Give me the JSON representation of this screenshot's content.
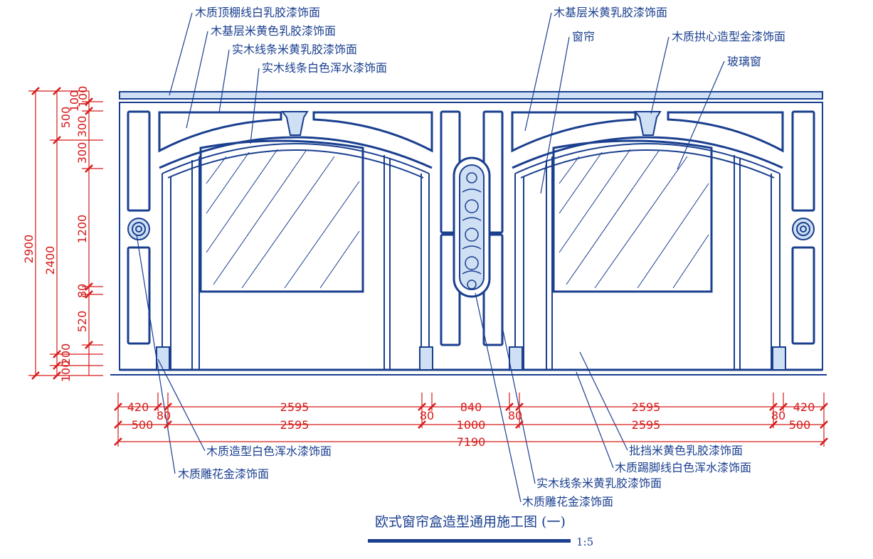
{
  "labels": {
    "ceiling_molding": "木质顶棚线白乳胶漆饰面",
    "base_beige_latex": "木基层米黄色乳胶漆饰面",
    "solid_wood_beige": "实木线条米黄乳胶漆饰面",
    "solid_wood_white": "实木线条白色浑水漆饰面",
    "base_beige_right": "木基层米黄乳胶漆饰面",
    "curtain": "窗帘",
    "keystone_gold": "木质拱心造型金漆饰面",
    "glass_window": "玻璃窗",
    "shaped_white": "木质造型白色浑水漆饰面",
    "carved_gold_left": "木质雕花金漆饰面",
    "putty_beige": "批挡米黄色乳胶漆饰面",
    "skirting_white": "木质踢脚线白色浑水漆饰面",
    "solid_wood_beige_bottom": "实木线条米黄乳胶漆饰面",
    "carved_gold_center": "木质雕花金漆饰面"
  },
  "dims_left_outer": [
    "2900"
  ],
  "dims_left_mid": [
    "2400",
    "200",
    "100"
  ],
  "dims_left_inner": [
    "500",
    "100",
    "100",
    "300",
    "300",
    "1200",
    "80",
    "520"
  ],
  "dims_bottom_row1": [
    "420",
    "80",
    "2595",
    "80",
    "840",
    "80",
    "2595",
    "80",
    "420"
  ],
  "dims_bottom_row2": [
    "500",
    "2595",
    "1000",
    "2595",
    "500"
  ],
  "dims_bottom_total": "7190",
  "title": "欧式窗帘盒造型通用施工图 (一)",
  "scale": "1:5",
  "colors": {
    "line": "#1a3f8f",
    "fill": "#cfe0f4",
    "dim": "#d61a1a"
  }
}
